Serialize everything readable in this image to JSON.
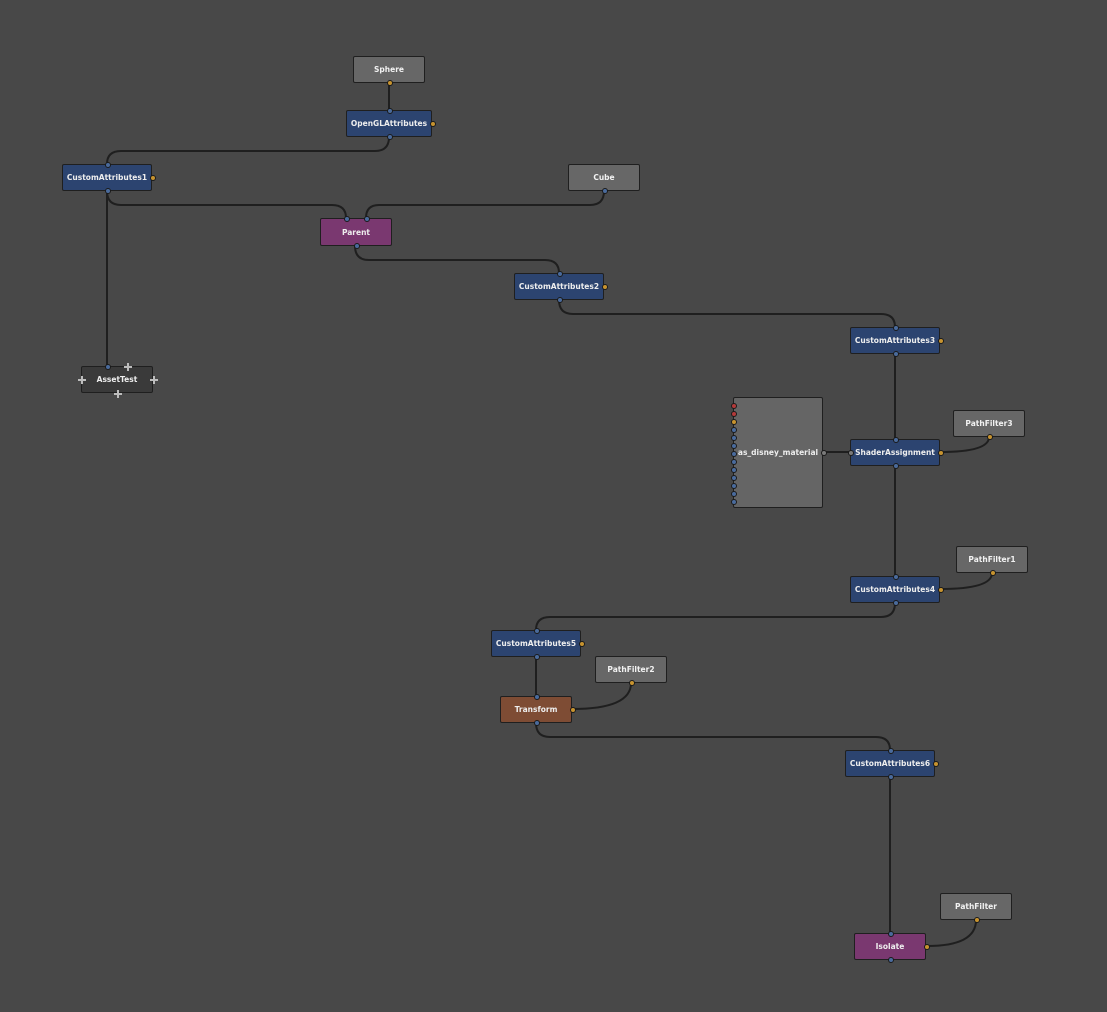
{
  "nodes": {
    "sphere": "Sphere",
    "opengl": "OpenGLAttributes",
    "ca1": "CustomAttributes1",
    "cube": "Cube",
    "parent": "Parent",
    "ca2": "CustomAttributes2",
    "ca3": "CustomAttributes3",
    "assettest": "AssetTest",
    "material": "as_disney_material",
    "shaderassign": "ShaderAssignment",
    "pf3": "PathFilter3",
    "pf1": "PathFilter1",
    "ca4": "CustomAttributes4",
    "ca5": "CustomAttributes5",
    "pf2": "PathFilter2",
    "transform": "Transform",
    "ca6": "CustomAttributes6",
    "pathfilter": "PathFilter",
    "isolate": "Isolate"
  },
  "colors": {
    "background": "#484848",
    "scene_node": "#2c4470",
    "source_node": "#676767",
    "group_node": "#7a3870",
    "transform_node": "#7e4c34",
    "asset_node": "#3a3a3a",
    "wire": "#1f1f1f",
    "input_plug": "#4a6b9c",
    "output_plug": "#c7932f"
  },
  "icons": {
    "asset_plug": "plus-icon"
  }
}
